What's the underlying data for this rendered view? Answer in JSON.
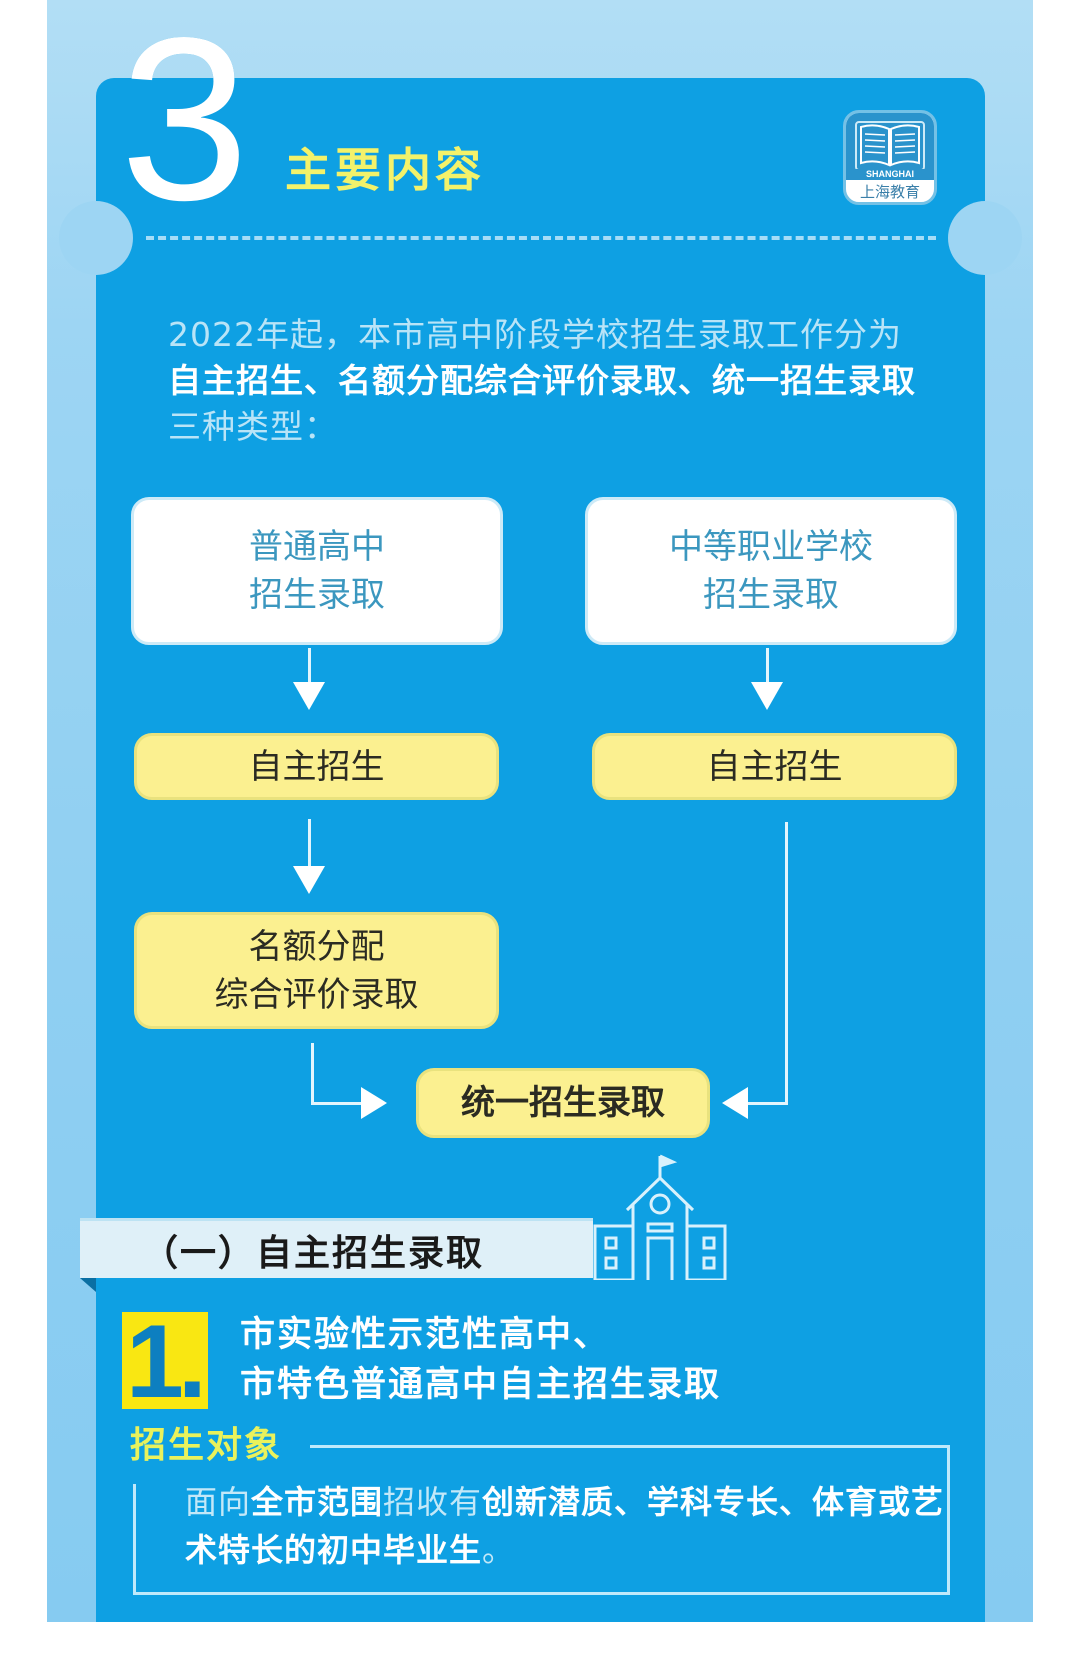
{
  "header": {
    "section_number": "3",
    "section_title": "主要内容",
    "logo": {
      "icon": "open-book-icon",
      "text_en": "SHANGHAI",
      "text_cn": "上海教育"
    }
  },
  "intro": {
    "segments": [
      {
        "text": "2022年起，本市高中阶段学校招生录取工作分为",
        "bold": false
      },
      {
        "text": "自主招生、名额分配综合评价录取、统一招生录取",
        "bold": true
      },
      {
        "text": "三种类型：",
        "bold": false
      }
    ],
    "part1": "2022年起，本市高中阶段学校招生录取工作分为",
    "part2": "自主招生、名额分配综合评价录取、统一招生录取",
    "part3": "三种类型："
  },
  "flowchart": {
    "left_column": {
      "start": {
        "line1": "普通高中",
        "line2": "招生录取"
      },
      "step1": "自主招生",
      "step2": {
        "line1": "名额分配",
        "line2": "综合评价录取"
      }
    },
    "right_column": {
      "start": {
        "line1": "中等职业学校",
        "line2": "招生录取"
      },
      "step1": "自主招生"
    },
    "final": "统一招生录取",
    "colors": {
      "white_box": "#ffffff",
      "yellow_box": "#fbf090",
      "background": "#0ea0e3",
      "arrow": "#ffffff"
    }
  },
  "subsection": {
    "label": "（一）自主招生录取",
    "icon": "school-building-icon"
  },
  "item": {
    "number": "1.",
    "title_line1": "市实验性示范性高中、",
    "title_line2": "市特色普通高中自主招生录取"
  },
  "target": {
    "heading": "招生对象",
    "text_a": "面向",
    "text_b": "全市范围",
    "text_c": "招收有",
    "text_d": "创新潜质、学科专长、体育或艺术特长的初中毕业生",
    "text_e": "。"
  },
  "colors": {
    "card_blue": "#0ea0e3",
    "title_yellow": "#f3f26a",
    "number_box_yellow": "#f9e712",
    "ribbon_gray": "#dff0f8"
  }
}
